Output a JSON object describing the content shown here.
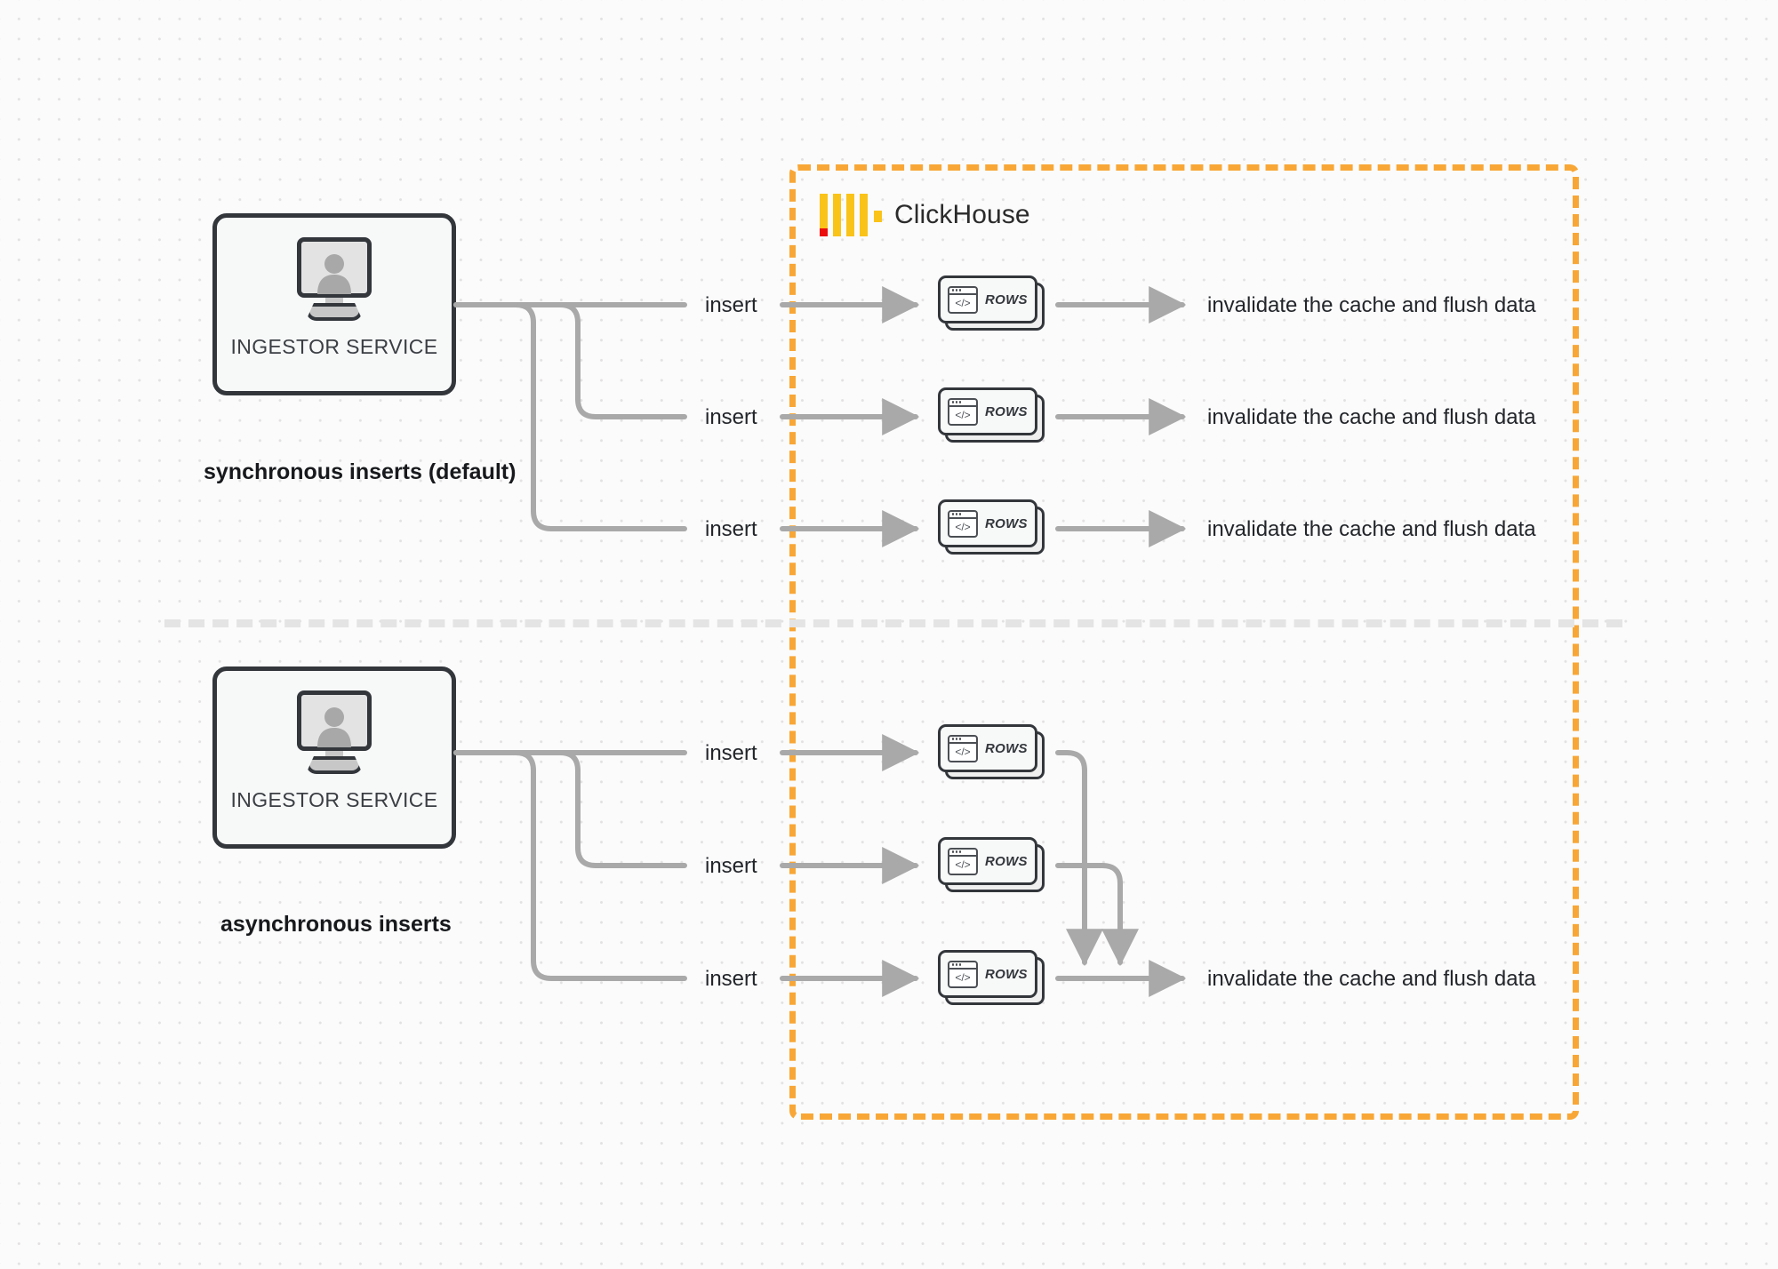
{
  "diagram": {
    "title": "ClickHouse synchronous vs asynchronous inserts",
    "colors": {
      "boundary": "#f8a736",
      "logo_yellow": "#fac319",
      "logo_red": "#ec0d0d",
      "wire": "#aaaaaa",
      "box_stroke": "#33373c",
      "background": "#fbfbfb",
      "divider": "#e4e4e4"
    }
  },
  "clickhouse": {
    "brand_label": "ClickHouse",
    "logo_icon": "clickhouse-logo-icon",
    "boundary_icon": "dashed-boundary"
  },
  "sections": [
    {
      "id": "sync",
      "caption": "synchronous inserts (default)",
      "ingestor": {
        "label": "INGESTOR SERVICE",
        "icon": "monitor-user-icon"
      },
      "flows": [
        {
          "insert_label": "insert",
          "rows_label": "ROWS",
          "result_label": "invalidate the cache and flush data"
        },
        {
          "insert_label": "insert",
          "rows_label": "ROWS",
          "result_label": "invalidate the cache and flush data"
        },
        {
          "insert_label": "insert",
          "rows_label": "ROWS",
          "result_label": "invalidate the cache and flush data"
        }
      ]
    },
    {
      "id": "async",
      "caption": "asynchronous inserts",
      "ingestor": {
        "label": "INGESTOR SERVICE",
        "icon": "monitor-user-icon"
      },
      "flows": [
        {
          "insert_label": "insert",
          "rows_label": "ROWS"
        },
        {
          "insert_label": "insert",
          "rows_label": "ROWS"
        },
        {
          "insert_label": "insert",
          "rows_label": "ROWS"
        }
      ],
      "merged_result_label": "invalidate the cache and flush data"
    }
  ],
  "icons": {
    "code_glyph": "</>"
  }
}
